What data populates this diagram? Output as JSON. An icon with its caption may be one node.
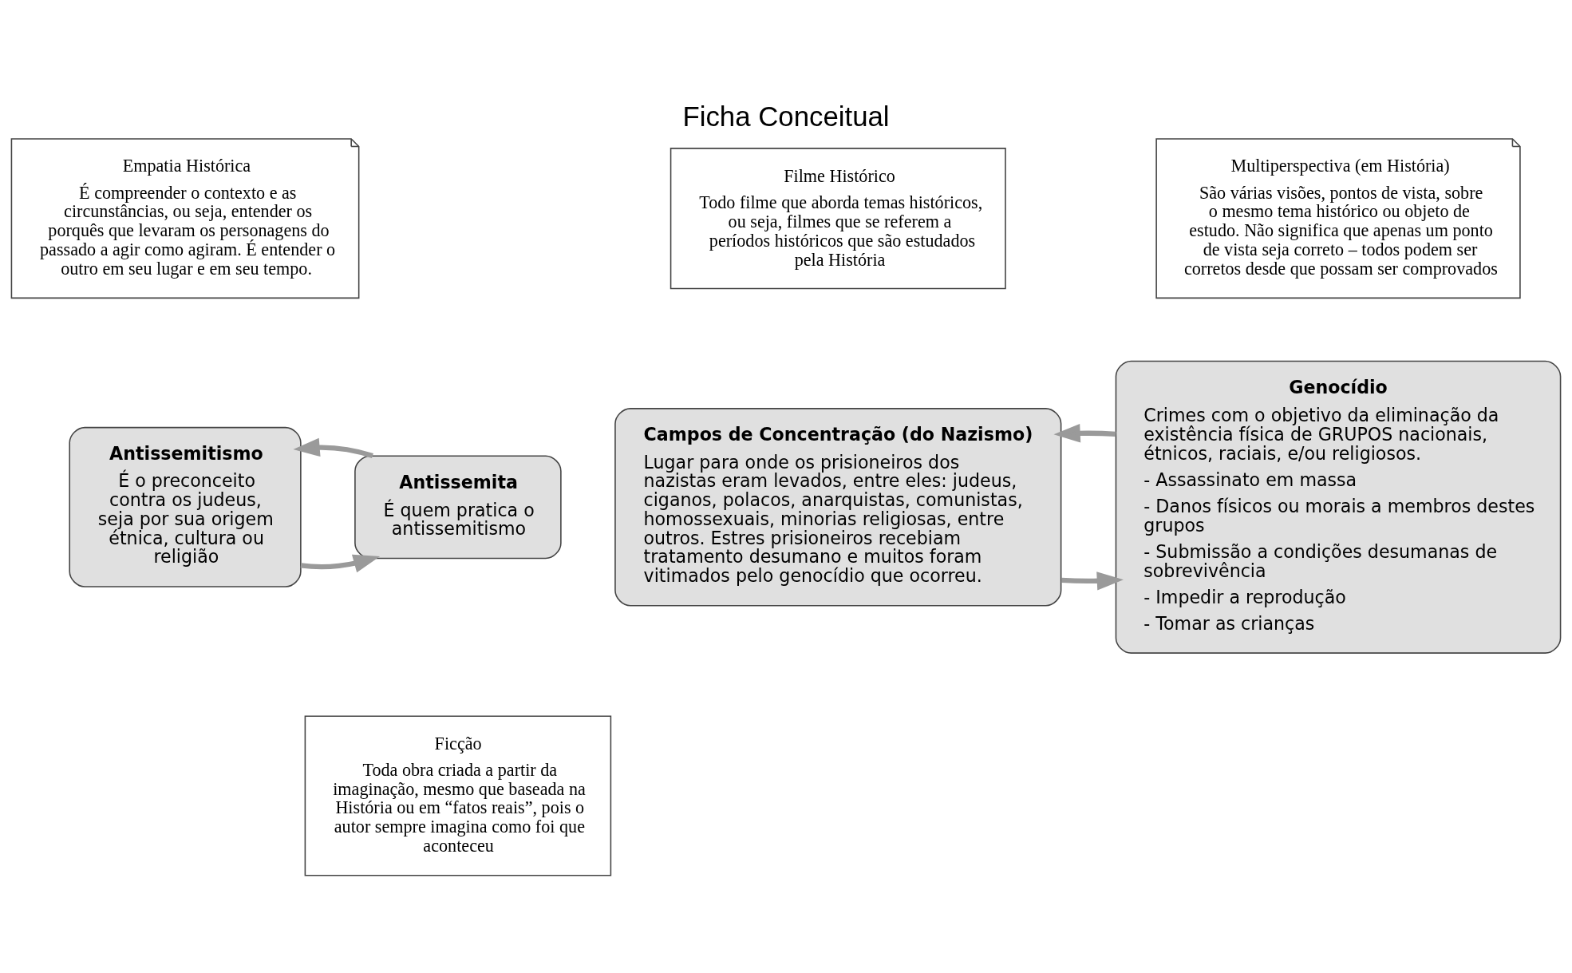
{
  "diagram": {
    "title": "Ficha Conceitual",
    "nodes": [
      {
        "text": [
          "Empatia Histórica",
          "É compreender o contexto e as circunstâncias, ou seja, entender os porquês que levaram os personagens do passado a agir como agiram. É entender o outro em seu lugar e em seu tempo."
        ]
      },
      {
        "text": [
          "Filme Histórico",
          "Todo filme que aborda temas históricos, ou seja, filmes que se referem a períodos históricos que são estudados pela História"
        ]
      },
      {
        "text": [
          "Multiperspectiva (em História)",
          "São várias visões, pontos de vista, sobre o mesmo tema histórico ou objeto de estudo. Não significa que apenas um ponto de vista seja correto – todos podem ser corretos desde que possam ser comprovados"
        ]
      },
      {
        "text": [
          "Antissemitismo",
          "É o preconceito contra os judeus, seja por sua origem étnica, cultura ou religião"
        ]
      },
      {
        "text": [
          "Antissemita",
          "É quem pratica o antissemitismo"
        ]
      },
      {
        "text": [
          "Campos de Concentração (do Nazismo)",
          "Lugar para onde os prisioneiros dos nazistas eram levados, entre eles: judeus, ciganos, polacos, anarquistas, comunistas, homossexuais, minorias religiosas, entre outros. Estres prisioneiros recebiam tratamento desumano e muitos foram vitimados pelo genocídio que ocorreu."
        ]
      },
      {
        "text": [
          "Genocídio",
          "Crimes com o objetivo da eliminação da existência física de GRUPOS nacionais, étnicos, raciais, e/ou religiosos.",
          "- Assassinato em massa",
          "- Danos físicos ou morais a membros destes grupos",
          "- Submissão a condições desumanas de sobrevivência",
          "- Impedir a reprodução",
          "- Tomar as crianças"
        ]
      },
      {
        "text": [
          "Ficção",
          "Toda obra criada a partir da imaginação, mesmo que baseada na História ou em “fatos reais”, pois o autor sempre imagina como foi que aconteceu"
        ]
      }
    ],
    "edges": [
      {
        "from": 3,
        "to": 4,
        "arrow": "to"
      },
      {
        "from": 4,
        "to": 3,
        "arrow": "to"
      },
      {
        "from": 5,
        "to": 6,
        "arrow": "to"
      },
      {
        "from": 6,
        "to": 5,
        "arrow": "to"
      }
    ]
  }
}
